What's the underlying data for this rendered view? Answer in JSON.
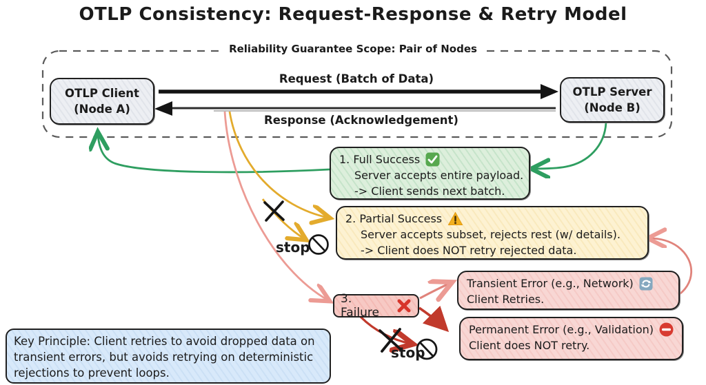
{
  "title": "OTLP Consistency: Request-Response & Retry Model",
  "scope": {
    "label": "Reliability Guarantee Scope: Pair of Nodes",
    "client": {
      "name": "OTLP Client",
      "node": "(Node A)"
    },
    "server": {
      "name": "OTLP Server",
      "node": "(Node B)"
    },
    "request_label": "Request (Batch of Data)",
    "response_label": "Response (Acknowledgement)"
  },
  "outcomes": {
    "full_success": {
      "heading": "1. Full Success",
      "icon": "check-mark-button",
      "detail": "Server accepts entire payload.",
      "consequence": "-> Client sends next batch."
    },
    "partial_success": {
      "heading": "2. Partial Success",
      "icon": "warning-sign",
      "detail": "Server accepts subset, rejects rest (w/ details).",
      "consequence": "-> Client does NOT retry rejected data."
    },
    "failure": {
      "heading": "3. Failure",
      "icon": "cross-mark"
    }
  },
  "errors": {
    "transient": {
      "heading": "Transient Error (e.g., Network)",
      "icon": "refresh-arrows",
      "detail": "Client Retries."
    },
    "permanent": {
      "heading": "Permanent Error (e.g., Validation)",
      "icon": "no-entry",
      "detail": "Client does NOT retry."
    }
  },
  "key_principle": "Key Principle: Client retries to avoid dropped data on transient errors, but avoids retrying on deterministic rejections to prevent loops.",
  "stop_labels": {
    "partial_stop": "stop",
    "failure_stop": "stop"
  },
  "colors": {
    "success_fill": "#ddefdc",
    "partial_fill": "#fdf2d2",
    "failure_fill": "#f7c9c4",
    "error_fill": "#f8d7d4",
    "principle_fill": "#d8e9fa",
    "node_fill": "#edeff3",
    "arrow_green": "#2e9e60",
    "arrow_yellow": "#e3ab2d",
    "arrow_pink": "#ec9b94",
    "arrow_dark_red": "#c13a2c",
    "arrow_black": "#141414",
    "check_icon": "#57a84f",
    "warning_icon": "#f2b01e",
    "cross_icon": "#d7352b",
    "refresh_icon": "#85a8bf",
    "no_entry_icon": "#d83a30"
  }
}
